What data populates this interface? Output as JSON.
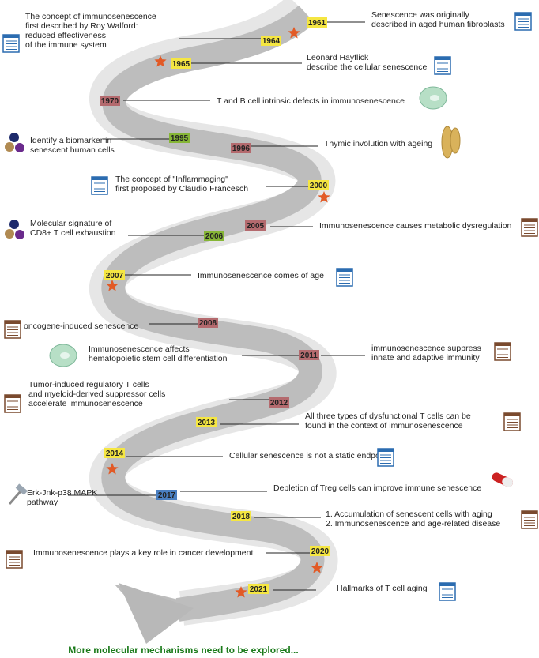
{
  "colors": {
    "ribbon_front": "#bdbdbd",
    "ribbon_back": "#e6e6e6",
    "yellow": "#f5e642",
    "rose": "#b46a6e",
    "green": "#86b636",
    "blue": "#4a7fc1",
    "star": "#e25a26",
    "doc_blue": "#2b6cb0",
    "doc_brown": "#7a4a2e",
    "footer_green": "#1a7a1a"
  },
  "events": [
    {
      "year": "1961",
      "style": "yellow",
      "star": false,
      "desc": [
        "Senescence was originally",
        "described in aged human fibroblasts"
      ],
      "icon": "doc-blue-icon"
    },
    {
      "year": "1964",
      "style": "yellow",
      "star": true,
      "desc": [
        "The concept of immunosenescence",
        "first described by Roy Walford:",
        "reduced effectiveness",
        "of the immune system"
      ],
      "icon": "doc-blue-icon"
    },
    {
      "year": "1965",
      "style": "yellow",
      "star": true,
      "desc": [
        "Leonard Hayflick",
        "describe the cellular senescence"
      ],
      "icon": "doc-blue-icon"
    },
    {
      "year": "1970",
      "style": "rose",
      "star": false,
      "desc": [
        "T and B cell intrinsic defects in immunosenescence"
      ],
      "icon": "cell-icon"
    },
    {
      "year": "1995",
      "style": "green",
      "star": false,
      "desc": [
        "Identify a biomarker in",
        "senescent human cells"
      ],
      "icon": "molecule-dots-icon"
    },
    {
      "year": "1996",
      "style": "rose",
      "star": false,
      "desc": [
        "Thymic involution with ageing"
      ],
      "icon": "thymus-icon"
    },
    {
      "year": "2000",
      "style": "yellow",
      "star": true,
      "desc": [
        "The concept of \"Inflammaging\"",
        "first proposed by Claudio Francesch"
      ],
      "icon": "doc-blue-icon"
    },
    {
      "year": "2005",
      "style": "rose",
      "star": false,
      "desc": [
        "Immunosenescence causes metabolic dysregulation"
      ],
      "icon": "doc-brown-icon"
    },
    {
      "year": "2006",
      "style": "green",
      "star": false,
      "desc": [
        "Molecular signature of",
        "CD8+ T cell exhaustion"
      ],
      "icon": "molecule-dots-icon"
    },
    {
      "year": "2007",
      "style": "yellow",
      "star": true,
      "desc": [
        "Immunosenescence comes of age"
      ],
      "icon": "doc-blue-icon"
    },
    {
      "year": "2008",
      "style": "rose",
      "star": false,
      "desc": [
        "oncogene-induced senescence"
      ],
      "icon": "doc-brown-icon"
    },
    {
      "year": "2011",
      "style": "rose",
      "star": false,
      "desc": [
        "immunosenescence suppress",
        "innate and adaptive immunity"
      ],
      "icon": "doc-brown-icon"
    },
    {
      "year": "2011b",
      "style": "none",
      "star": false,
      "desc": [
        "Immunosenescence affects",
        "hematopoietic stem cell differentiation"
      ],
      "icon": "cell-icon"
    },
    {
      "year": "2012",
      "style": "rose",
      "star": false,
      "desc": [
        "Tumor-induced regulatory T cells",
        "and myeloid-derived suppressor cells",
        "accelerate immunosenescence"
      ],
      "icon": "doc-brown-icon"
    },
    {
      "year": "2013",
      "style": "yellow",
      "star": false,
      "desc": [
        "All three types of dysfunctional T cells can be",
        "found in the context of immunosenescence"
      ],
      "icon": "doc-brown-icon"
    },
    {
      "year": "2014",
      "style": "yellow",
      "star": true,
      "desc": [
        "Cellular senescence is not a static endpoint"
      ],
      "icon": "doc-blue-icon"
    },
    {
      "year": "2017",
      "style": "blue",
      "star": false,
      "desc": [
        "Depletion of Treg cells can improve immune senescence"
      ],
      "icon": "capsule-icon"
    },
    {
      "year": "2017b",
      "style": "none",
      "star": false,
      "desc": [
        "Erk-Jnk-p38 MAPK",
        "pathway"
      ],
      "icon": "hammer-icon"
    },
    {
      "year": "2018",
      "style": "yellow",
      "star": false,
      "desc": [
        "1. Accumulation of senescent cells with aging",
        "2. Immunosenescence and age-related disease"
      ],
      "icon": "doc-brown-icon"
    },
    {
      "year": "2020",
      "style": "yellow",
      "star": true,
      "desc": [
        "Immunosenescence plays a key role in cancer development"
      ],
      "icon": "doc-brown-icon"
    },
    {
      "year": "2021",
      "style": "yellow",
      "star": true,
      "desc": [
        "Hallmarks of T cell aging"
      ],
      "icon": "doc-blue-icon"
    }
  ],
  "footer": "More molecular mechanisms need to be explored..."
}
